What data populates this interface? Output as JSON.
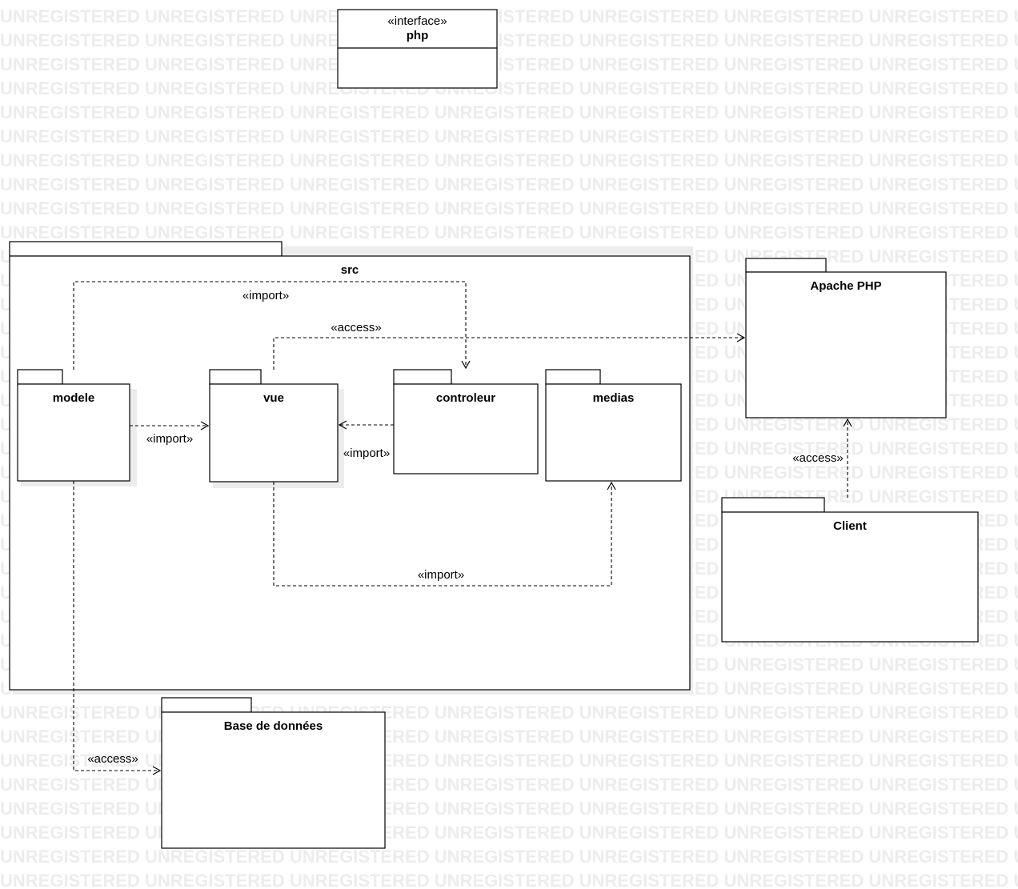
{
  "watermark": {
    "text": "UNREGISTERED"
  },
  "interface": {
    "stereotype": "«interface»",
    "name": "php"
  },
  "packages": {
    "src": "src",
    "modele": "modele",
    "vue": "vue",
    "controleur": "controleur",
    "medias": "medias",
    "apache": "Apache PHP",
    "client": "Client",
    "bdd": "Base de données"
  },
  "relations": {
    "modele_controleur": "«import»",
    "vue_apache": "«access»",
    "modele_vue": "«import»",
    "controleur_vue": "«import»",
    "vue_medias": "«import»",
    "client_apache": "«access»",
    "modele_bdd": "«access»"
  }
}
